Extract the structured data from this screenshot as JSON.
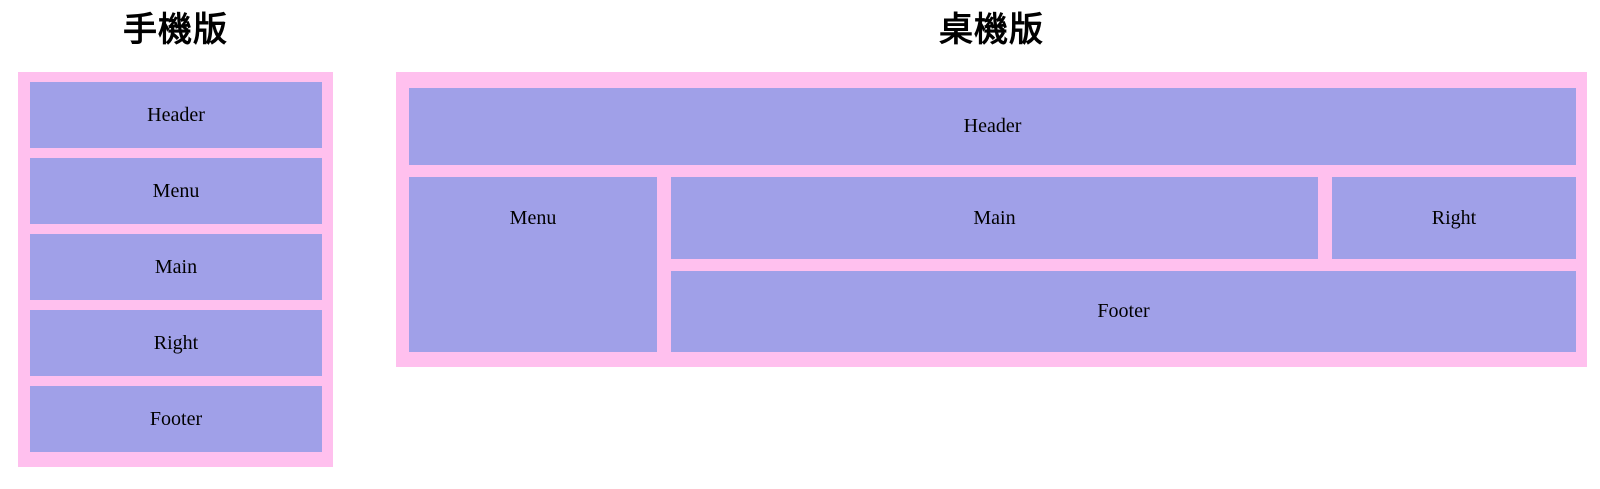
{
  "colors": {
    "container_pink": "#ffc0ee",
    "box_purple": "#a0a0e8",
    "text": "#000000",
    "page_background": "#ffffff"
  },
  "mobile": {
    "title": "手機版",
    "boxes": [
      "Header",
      "Menu",
      "Main",
      "Right",
      "Footer"
    ]
  },
  "desktop": {
    "title": "桌機版",
    "boxes": {
      "header": "Header",
      "menu": "Menu",
      "main": "Main",
      "right": "Right",
      "footer": "Footer"
    }
  }
}
